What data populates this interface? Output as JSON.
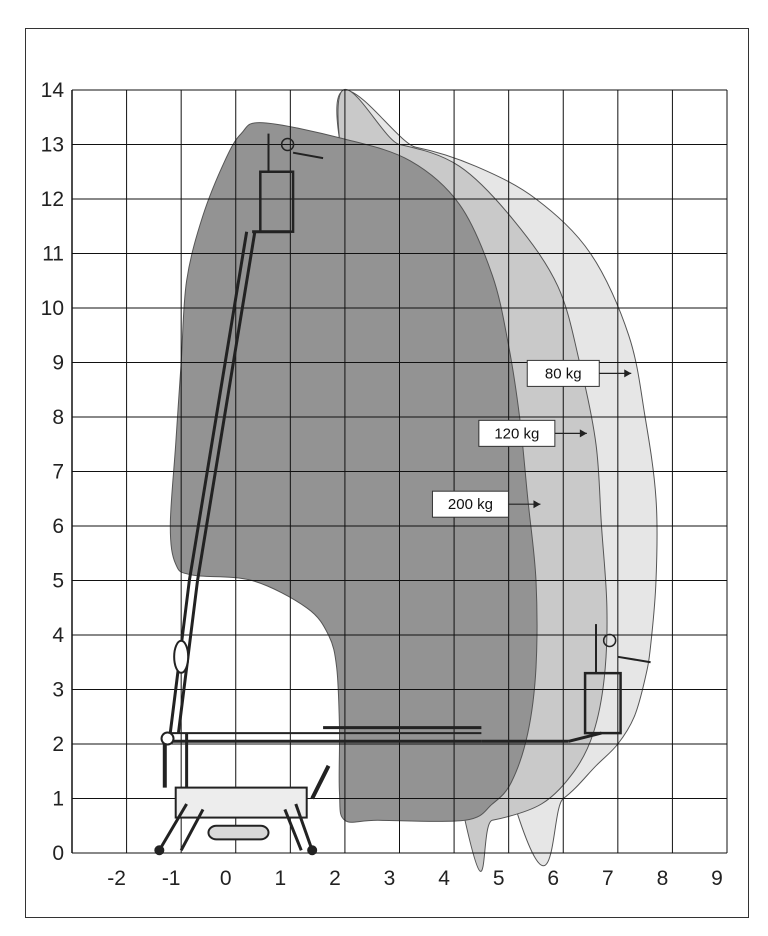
{
  "chart_data": {
    "type": "area",
    "title": "",
    "xlabel": "",
    "ylabel": "",
    "xlim": [
      -3,
      9
    ],
    "ylim": [
      0,
      14
    ],
    "x_ticks": [
      "-2",
      "-1",
      "0",
      "1",
      "2",
      "3",
      "4",
      "5",
      "6",
      "7",
      "8",
      "9"
    ],
    "y_ticks": [
      "0",
      "1",
      "2",
      "3",
      "4",
      "5",
      "6",
      "7",
      "8",
      "9",
      "10",
      "11",
      "12",
      "13",
      "14"
    ],
    "grid": true,
    "series": [
      {
        "name": "80 kg",
        "color": "#e6e6e6",
        "points": [
          [
            1.9,
            13.1
          ],
          [
            3.3,
            12.95
          ],
          [
            4.4,
            12.6
          ],
          [
            5.5,
            12.0
          ],
          [
            6.5,
            11.0
          ],
          [
            7.2,
            9.5
          ],
          [
            7.5,
            8.0
          ],
          [
            7.7,
            6.5
          ],
          [
            7.7,
            5.0
          ],
          [
            7.6,
            3.8
          ],
          [
            7.5,
            3.2
          ],
          [
            7.3,
            2.5
          ],
          [
            7.0,
            2.0
          ],
          [
            6.6,
            1.6
          ],
          [
            6.0,
            1.0
          ],
          [
            5.2,
            0.6
          ]
        ]
      },
      {
        "name": "120 kg",
        "color": "#c9c9c9",
        "points": [
          [
            1.9,
            13.1
          ],
          [
            3.0,
            13.0
          ],
          [
            4.1,
            12.6
          ],
          [
            5.1,
            11.6
          ],
          [
            5.9,
            10.4
          ],
          [
            6.3,
            9.0
          ],
          [
            6.6,
            7.5
          ],
          [
            6.7,
            6.0
          ],
          [
            6.8,
            4.5
          ],
          [
            6.75,
            3.2
          ],
          [
            6.55,
            2.2
          ],
          [
            6.2,
            1.5
          ],
          [
            5.6,
            0.9
          ],
          [
            4.7,
            0.6
          ],
          [
            4.2,
            0.6
          ]
        ]
      },
      {
        "name": "200 kg",
        "color": "#939393",
        "points": [
          [
            0.5,
            13.4
          ],
          [
            2.0,
            13.1
          ],
          [
            3.2,
            12.7
          ],
          [
            4.1,
            11.9
          ],
          [
            4.7,
            10.6
          ],
          [
            5.0,
            9.3
          ],
          [
            5.2,
            8.0
          ],
          [
            5.35,
            6.5
          ],
          [
            5.5,
            5.0
          ],
          [
            5.5,
            3.4
          ],
          [
            5.35,
            2.2
          ],
          [
            5.05,
            1.3
          ],
          [
            4.7,
            0.9
          ],
          [
            4.2,
            0.6
          ],
          [
            2.6,
            0.6
          ],
          [
            2.0,
            0.6
          ],
          [
            1.9,
            1.1
          ],
          [
            1.9,
            2.3
          ],
          [
            1.85,
            3.4
          ],
          [
            1.7,
            4.0
          ],
          [
            1.3,
            4.5
          ],
          [
            0.3,
            5.0
          ],
          [
            -0.8,
            5.1
          ],
          [
            -1.1,
            5.3
          ],
          [
            -1.2,
            6.0
          ],
          [
            -1.1,
            7.5
          ],
          [
            -1.0,
            9.0
          ],
          [
            -0.9,
            10.5
          ],
          [
            -0.6,
            11.7
          ],
          [
            -0.2,
            12.7
          ],
          [
            0.1,
            13.2
          ]
        ]
      }
    ],
    "labels": [
      {
        "text": "80 kg",
        "x": 6.0,
        "y": 8.8
      },
      {
        "text": "120 kg",
        "x": 5.15,
        "y": 7.7
      },
      {
        "text": "200 kg",
        "x": 4.3,
        "y": 6.4
      }
    ]
  }
}
